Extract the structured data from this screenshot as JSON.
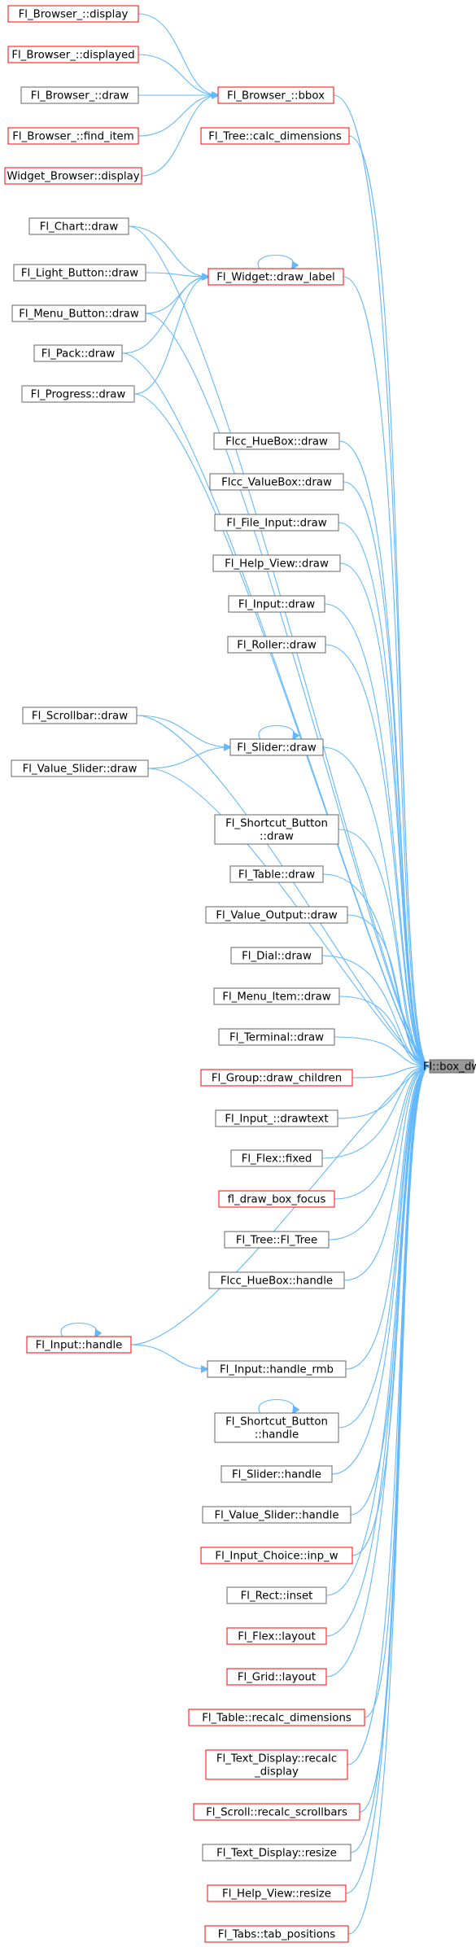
{
  "colors": {
    "edge": "#63b8ff",
    "border_default": "#666666",
    "border_red": "#ff0000",
    "target_fill": "#999999",
    "node_fill": "#ffffff",
    "text": "#000000"
  },
  "target": {
    "label": "Fl::box_dw"
  },
  "nodes": [
    {
      "id": "browser_display",
      "lines": [
        "Fl_Browser_::display"
      ],
      "border": "red"
    },
    {
      "id": "browser_displayed",
      "lines": [
        "Fl_Browser_::displayed"
      ],
      "border": "red"
    },
    {
      "id": "browser_draw",
      "lines": [
        "Fl_Browser_::draw"
      ],
      "border": "gray"
    },
    {
      "id": "browser_find_item",
      "lines": [
        "Fl_Browser_::find_item"
      ],
      "border": "red"
    },
    {
      "id": "widget_browser_display",
      "lines": [
        "Widget_Browser::display"
      ],
      "border": "red"
    },
    {
      "id": "browser_bbox",
      "lines": [
        "Fl_Browser_::bbox"
      ],
      "border": "red"
    },
    {
      "id": "tree_calc_dimensions",
      "lines": [
        "Fl_Tree::calc_dimensions"
      ],
      "border": "red"
    },
    {
      "id": "chart_draw",
      "lines": [
        "Fl_Chart::draw"
      ],
      "border": "gray"
    },
    {
      "id": "light_button_draw",
      "lines": [
        "Fl_Light_Button::draw"
      ],
      "border": "gray"
    },
    {
      "id": "menu_button_draw",
      "lines": [
        "Fl_Menu_Button::draw"
      ],
      "border": "gray"
    },
    {
      "id": "pack_draw",
      "lines": [
        "Fl_Pack::draw"
      ],
      "border": "gray"
    },
    {
      "id": "progress_draw",
      "lines": [
        "Fl_Progress::draw"
      ],
      "border": "gray"
    },
    {
      "id": "widget_draw_label",
      "lines": [
        "Fl_Widget::draw_label"
      ],
      "border": "red"
    },
    {
      "id": "huebox_draw",
      "lines": [
        "Flcc_HueBox::draw"
      ],
      "border": "gray"
    },
    {
      "id": "valuebox_draw",
      "lines": [
        "Flcc_ValueBox::draw"
      ],
      "border": "gray"
    },
    {
      "id": "file_input_draw",
      "lines": [
        "Fl_File_Input::draw"
      ],
      "border": "gray"
    },
    {
      "id": "help_view_draw",
      "lines": [
        "Fl_Help_View::draw"
      ],
      "border": "gray"
    },
    {
      "id": "input_draw",
      "lines": [
        "Fl_Input::draw"
      ],
      "border": "gray"
    },
    {
      "id": "roller_draw",
      "lines": [
        "Fl_Roller::draw"
      ],
      "border": "gray"
    },
    {
      "id": "scrollbar_draw",
      "lines": [
        "Fl_Scrollbar::draw"
      ],
      "border": "gray"
    },
    {
      "id": "value_slider_draw",
      "lines": [
        "Fl_Value_Slider::draw"
      ],
      "border": "gray"
    },
    {
      "id": "slider_draw",
      "lines": [
        "Fl_Slider::draw"
      ],
      "border": "gray"
    },
    {
      "id": "shortcut_button_draw",
      "lines": [
        "Fl_Shortcut_Button",
        "::draw"
      ],
      "border": "gray"
    },
    {
      "id": "table_draw",
      "lines": [
        "Fl_Table::draw"
      ],
      "border": "gray"
    },
    {
      "id": "value_output_draw",
      "lines": [
        "Fl_Value_Output::draw"
      ],
      "border": "gray"
    },
    {
      "id": "dial_draw",
      "lines": [
        "Fl_Dial::draw"
      ],
      "border": "gray"
    },
    {
      "id": "menu_item_draw",
      "lines": [
        "Fl_Menu_Item::draw"
      ],
      "border": "gray"
    },
    {
      "id": "terminal_draw",
      "lines": [
        "Fl_Terminal::draw"
      ],
      "border": "gray"
    },
    {
      "id": "group_draw_children",
      "lines": [
        "Fl_Group::draw_children"
      ],
      "border": "red"
    },
    {
      "id": "input_drawtext",
      "lines": [
        "Fl_Input_::drawtext"
      ],
      "border": "gray"
    },
    {
      "id": "flex_fixed",
      "lines": [
        "Fl_Flex::fixed"
      ],
      "border": "gray"
    },
    {
      "id": "draw_box_focus",
      "lines": [
        "fl_draw_box_focus"
      ],
      "border": "red"
    },
    {
      "id": "tree_fl_tree",
      "lines": [
        "Fl_Tree::Fl_Tree"
      ],
      "border": "gray"
    },
    {
      "id": "huebox_handle",
      "lines": [
        "Flcc_HueBox::handle"
      ],
      "border": "gray"
    },
    {
      "id": "input_handle",
      "lines": [
        "Fl_Input::handle"
      ],
      "border": "red"
    },
    {
      "id": "input_handle_rmb",
      "lines": [
        "Fl_Input::handle_rmb"
      ],
      "border": "gray"
    },
    {
      "id": "shortcut_button_handle",
      "lines": [
        "Fl_Shortcut_Button",
        "::handle"
      ],
      "border": "gray"
    },
    {
      "id": "slider_handle",
      "lines": [
        "Fl_Slider::handle"
      ],
      "border": "gray"
    },
    {
      "id": "value_slider_handle",
      "lines": [
        "Fl_Value_Slider::handle"
      ],
      "border": "gray"
    },
    {
      "id": "input_choice_inp_w",
      "lines": [
        "Fl_Input_Choice::inp_w"
      ],
      "border": "red"
    },
    {
      "id": "rect_inset",
      "lines": [
        "Fl_Rect::inset"
      ],
      "border": "gray"
    },
    {
      "id": "flex_layout",
      "lines": [
        "Fl_Flex::layout"
      ],
      "border": "red"
    },
    {
      "id": "grid_layout",
      "lines": [
        "Fl_Grid::layout"
      ],
      "border": "red"
    },
    {
      "id": "table_recalc_dimensions",
      "lines": [
        "Fl_Table::recalc_dimensions"
      ],
      "border": "red"
    },
    {
      "id": "text_display_recalc_display",
      "lines": [
        "Fl_Text_Display::recalc",
        "_display"
      ],
      "border": "red"
    },
    {
      "id": "scroll_recalc_scrollbars",
      "lines": [
        "Fl_Scroll::recalc_scrollbars"
      ],
      "border": "red"
    },
    {
      "id": "text_display_resize",
      "lines": [
        "Fl_Text_Display::resize"
      ],
      "border": "gray"
    },
    {
      "id": "help_view_resize",
      "lines": [
        "Fl_Help_View::resize"
      ],
      "border": "red"
    },
    {
      "id": "tabs_tab_positions",
      "lines": [
        "Fl_Tabs::tab_positions"
      ],
      "border": "red"
    }
  ]
}
